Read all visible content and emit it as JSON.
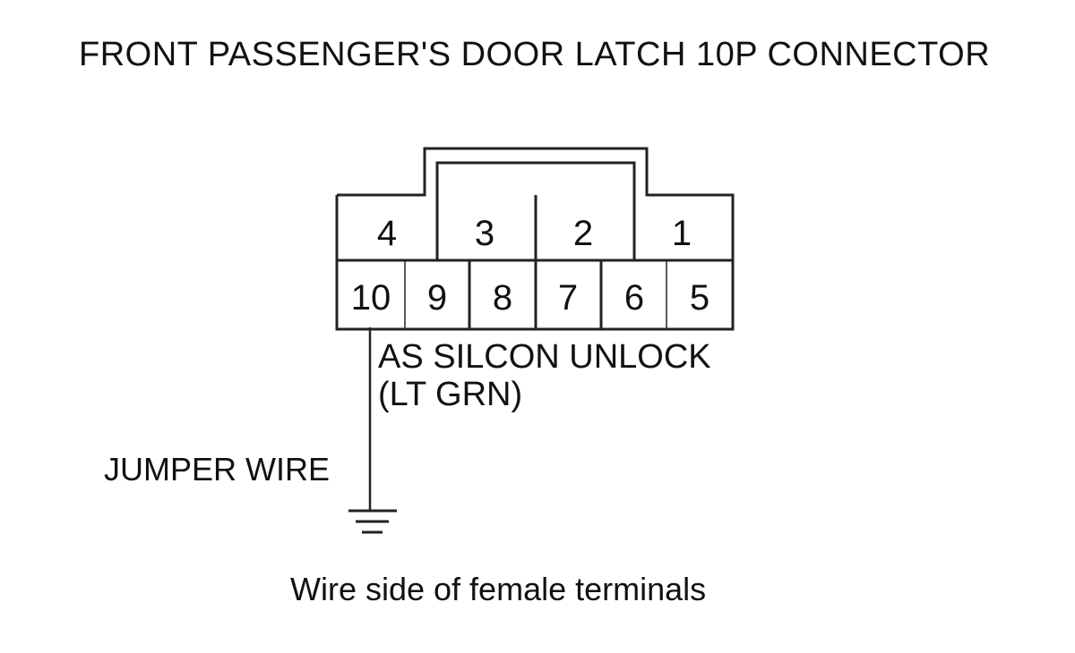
{
  "title": "FRONT PASSENGER'S DOOR LATCH 10P CONNECTOR",
  "connector": {
    "top_row": [
      "4",
      "3",
      "2",
      "1"
    ],
    "bottom_row": [
      "10",
      "9",
      "8",
      "7",
      "6",
      "5"
    ]
  },
  "wire": {
    "name": "AS SILCON UNLOCK",
    "color_code": "(LT GRN)"
  },
  "jumper_label": "JUMPER WIRE",
  "caption": "Wire side of female terminals",
  "icons": [
    "ground-symbol-icon"
  ]
}
